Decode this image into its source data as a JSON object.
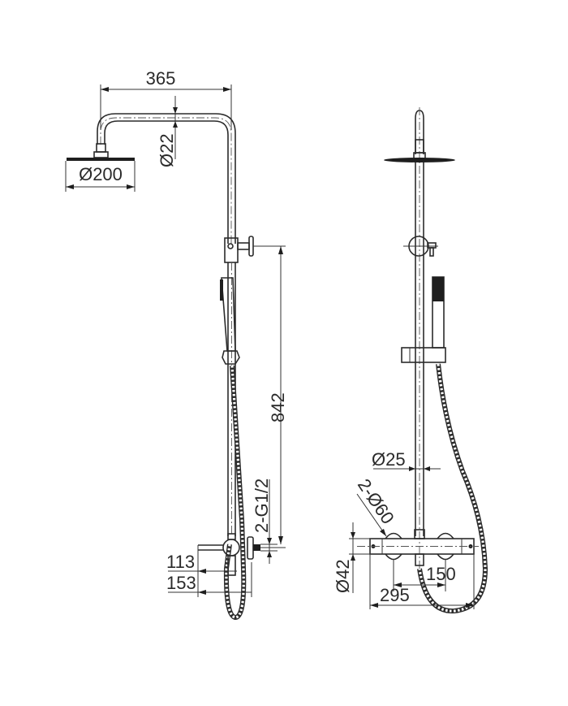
{
  "drawing": {
    "title": "Shower system technical dimension drawing",
    "views": [
      {
        "name": "side-view",
        "label": ""
      },
      {
        "name": "front-view",
        "label": ""
      }
    ],
    "colors": {
      "line": "#2b2b2b",
      "background": "#ffffff"
    }
  },
  "side_view": {
    "dimensions": {
      "arm_reach": "365",
      "pipe_diameter": "Ø22",
      "head_diameter": "Ø200",
      "height": "842",
      "inlet_thread": "2-G1/2",
      "offset_inner": "113",
      "offset_outer": "153"
    }
  },
  "front_view": {
    "dimensions": {
      "riser_diameter": "Ø25",
      "escutcheon": "2-Ø60",
      "body_diameter": "Ø42",
      "center_distance": "150",
      "body_width": "295"
    }
  }
}
